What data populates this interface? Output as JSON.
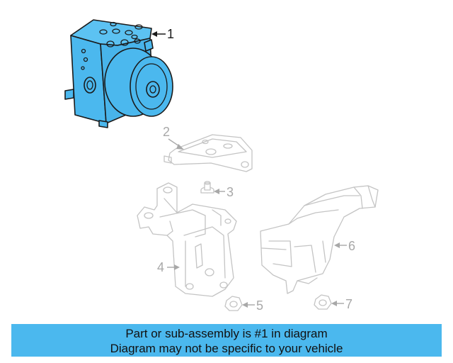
{
  "callouts": {
    "part1": "1",
    "part2": "2",
    "part3": "3",
    "part4": "4",
    "part5": "5",
    "part6": "6",
    "part7": "7"
  },
  "banner": {
    "line1": "Part or sub-assembly is #1 in diagram",
    "line2": "Diagram may not be specific to your vehicle"
  },
  "colors": {
    "highlight_part": "#4bb8ee",
    "banner_background": "#4bb8ee",
    "faded_part": "#c4c4c4"
  }
}
